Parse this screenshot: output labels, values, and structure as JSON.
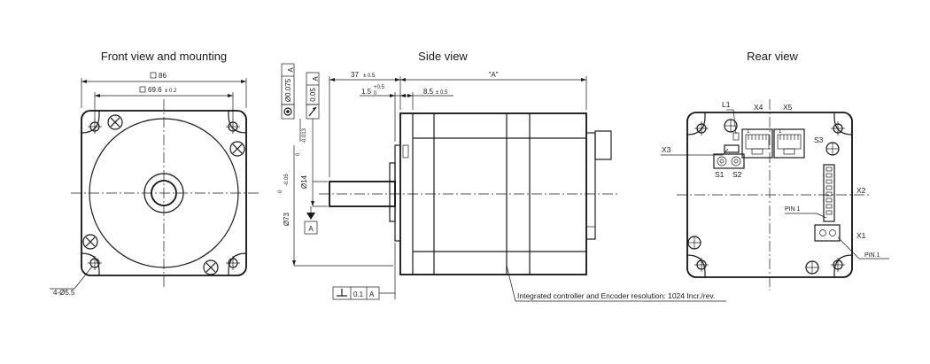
{
  "titles": {
    "front": "Front view and mounting",
    "side": "Side view",
    "rear": "Rear view"
  },
  "front": {
    "size_outer": "86",
    "size_hole_spacing": "69.6",
    "size_hole_spacing_tol": "± 0.2",
    "holes": "4-Ø5.5"
  },
  "side": {
    "gdt_runout_value": "Ø0.075",
    "gdt_runout_datum": "A",
    "gdt_perp_value": "0.05",
    "gdt_perp_datum": "A",
    "shaft_length": "37",
    "shaft_length_tol": "± 0.5",
    "flange_step": "1.5",
    "flange_step_tol_upper": "+0.5",
    "flange_step_tol_lower": "0",
    "flange_thickness": "8.5",
    "flange_thickness_tol": "± 0.5",
    "body_length": "\"A\"",
    "shaft_dia": "Ø14",
    "shaft_dia_tol_upper": "0",
    "shaft_dia_tol_lower": "-0.013",
    "pilot_dia": "Ø73",
    "pilot_dia_tol_upper": "0",
    "pilot_dia_tol_lower": "-0.05",
    "datum_label": "A",
    "flatness_value": "0.1",
    "flatness_datum": "A",
    "note": "Integrated controller and Encoder resolution: 1024 Incr./rev."
  },
  "rear": {
    "L1": "L1",
    "X4": "X4",
    "X5": "X5",
    "X3": "X3",
    "S3": "S3",
    "S1": "S1",
    "S2": "S2",
    "X2": "X2",
    "PIN1_a": "PIN 1",
    "PIN1_b": "PIN 1",
    "X1": "X1",
    "port_pin_a": "1",
    "port_pin_b": "1"
  },
  "colors": {
    "line": "#1a1a1a",
    "background": "#ffffff"
  }
}
